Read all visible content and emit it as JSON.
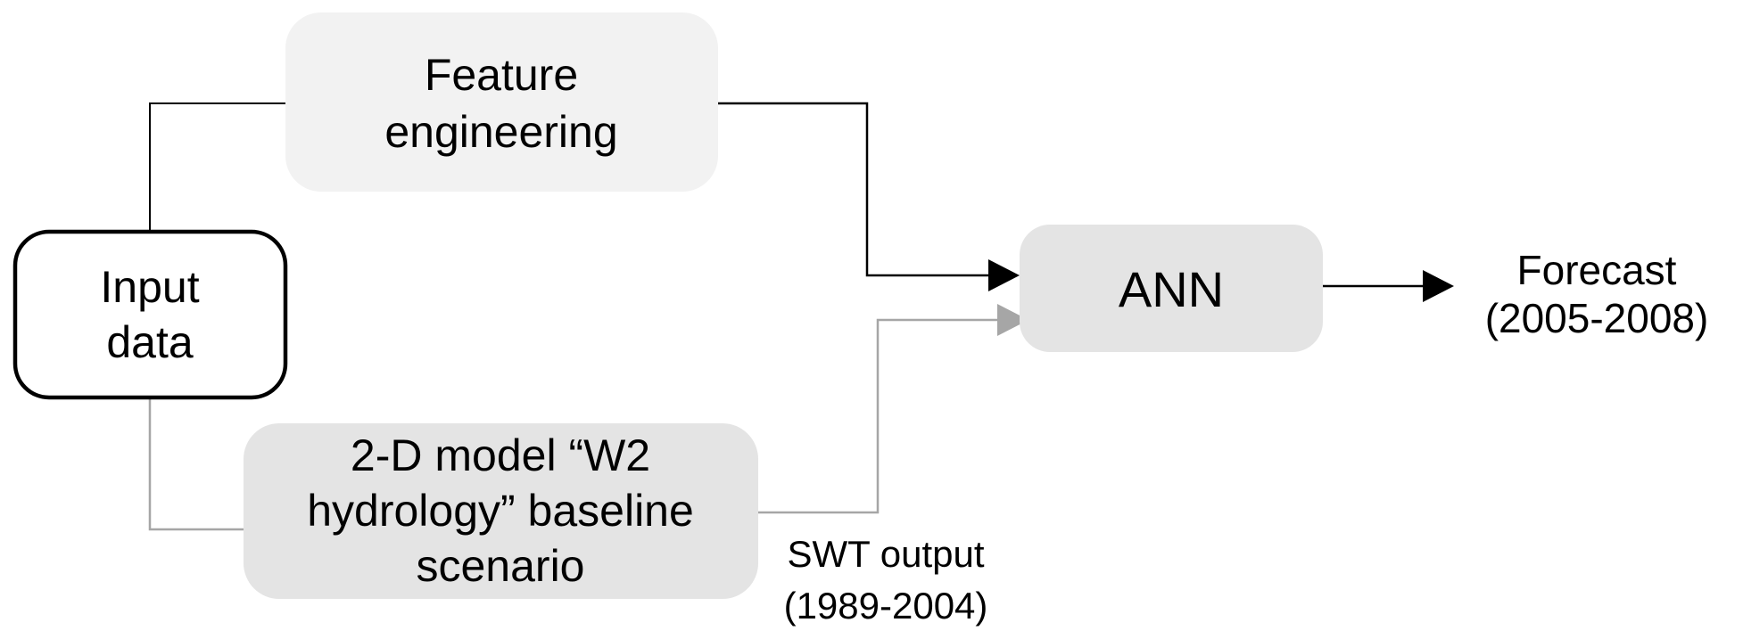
{
  "colors": {
    "background": "#ffffff",
    "box_light_gray": "#f2f2f2",
    "box_gray": "#e4e4e4",
    "line_black": "#000000",
    "line_gray": "#a6a6a6"
  },
  "nodes": {
    "input_data": {
      "line1": "Input",
      "line2": "data"
    },
    "feature_engineering": {
      "line1": "Feature",
      "line2": "engineering"
    },
    "w2_baseline": {
      "line1": "2-D model “W2",
      "line2": "hydrology” baseline",
      "line3": "scenario"
    },
    "ann": {
      "label": "ANN"
    }
  },
  "outputs": {
    "forecast": {
      "line1": "Forecast",
      "line2": "(2005-2008)"
    },
    "swt_output": {
      "line1": "SWT output",
      "line2": "(1989-2004)"
    }
  }
}
